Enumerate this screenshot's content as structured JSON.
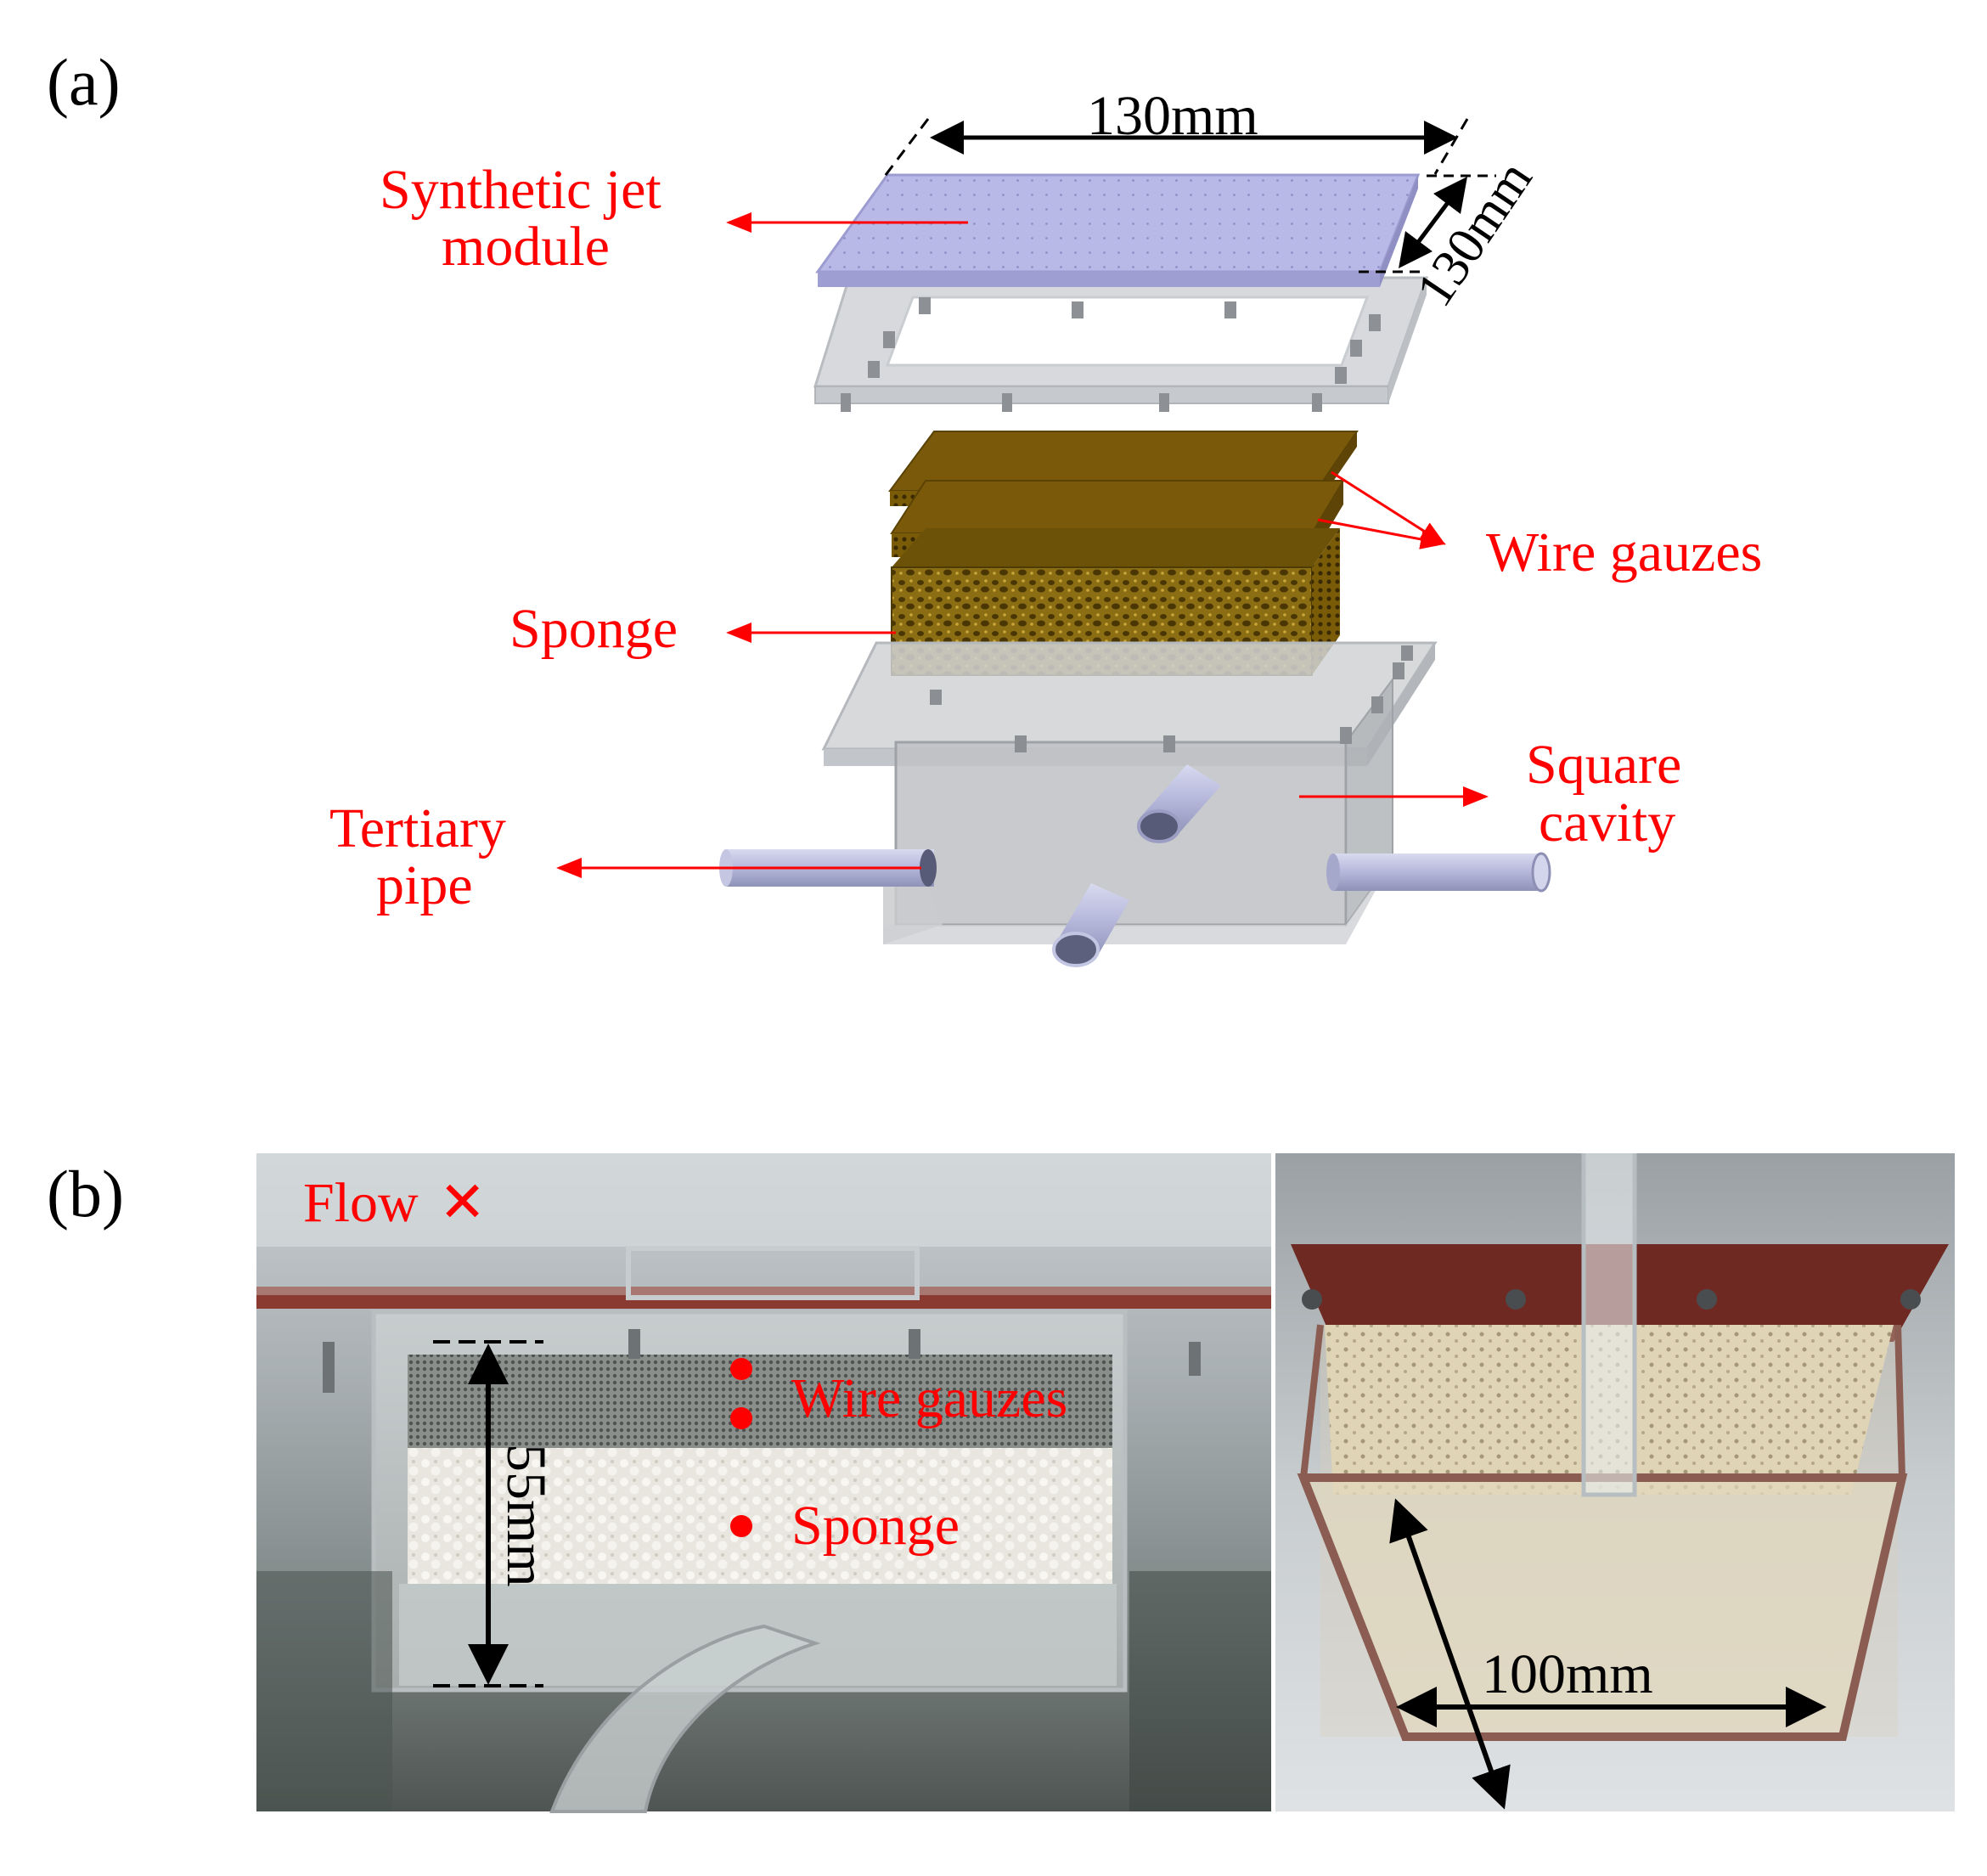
{
  "panel_a": {
    "tag": "(a)",
    "labels": {
      "synthetic_jet_line1": "Synthetic jet",
      "synthetic_jet_line2": "module",
      "wire_gauzes": "Wire gauzes",
      "sponge": "Sponge",
      "tertiary_line1": "Tertiary",
      "tertiary_line2": "pipe",
      "square_line1": "Square",
      "square_line2": "cavity"
    },
    "dimensions": {
      "width": "130mm",
      "depth": "130mm"
    }
  },
  "panel_b": {
    "tag": "(b)",
    "flow_label": "Flow",
    "flow_symbol": "✕",
    "labels": {
      "wire_gauzes": "Wire gauzes",
      "sponge": "Sponge"
    },
    "dimensions": {
      "height": "55mm",
      "width": "100mm"
    }
  },
  "colors": {
    "annotation": "#ff0000",
    "dimension": "#000000",
    "jet_module": "#b7b7e6",
    "sponge": "#8a6a12",
    "acrylic_frame": "#d3d5d8",
    "pipe": "#b9bcdc"
  }
}
